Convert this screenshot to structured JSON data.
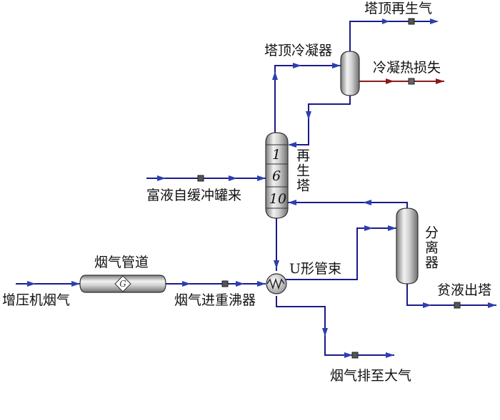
{
  "labels": {
    "top_regen_gas": "塔顶再生气",
    "top_condenser": "塔顶冷凝器",
    "condensation_heat_loss": "冷凝热损失",
    "regen_tower": "再生塔",
    "rich_liquid_in": "富液自缓冲罐来",
    "separator": "分离器",
    "flue_gas_duct": "烟气管道",
    "compressor_flue_gas": "增压机烟气",
    "flue_gas_to_reboiler": "烟气进重沸器",
    "u_tube_bundle": "U形管束",
    "lean_liquid_out": "贫液出塔",
    "flue_gas_to_atmosphere": "烟气排至大气"
  },
  "stages": [
    "1",
    "6",
    "10"
  ],
  "duct_symbol": "G",
  "colors": {
    "stream_line": "#1a1a8c",
    "arrow_blue": "#2b3fb0",
    "arrow_dark_red": "#8b1a1a",
    "vessel_gray": "#c9c9c9"
  },
  "icons": {
    "heat_exchanger": "u-tube-exchanger-icon",
    "gas_duct": "gas-duct-icon",
    "valve": "valve-square-icon"
  }
}
